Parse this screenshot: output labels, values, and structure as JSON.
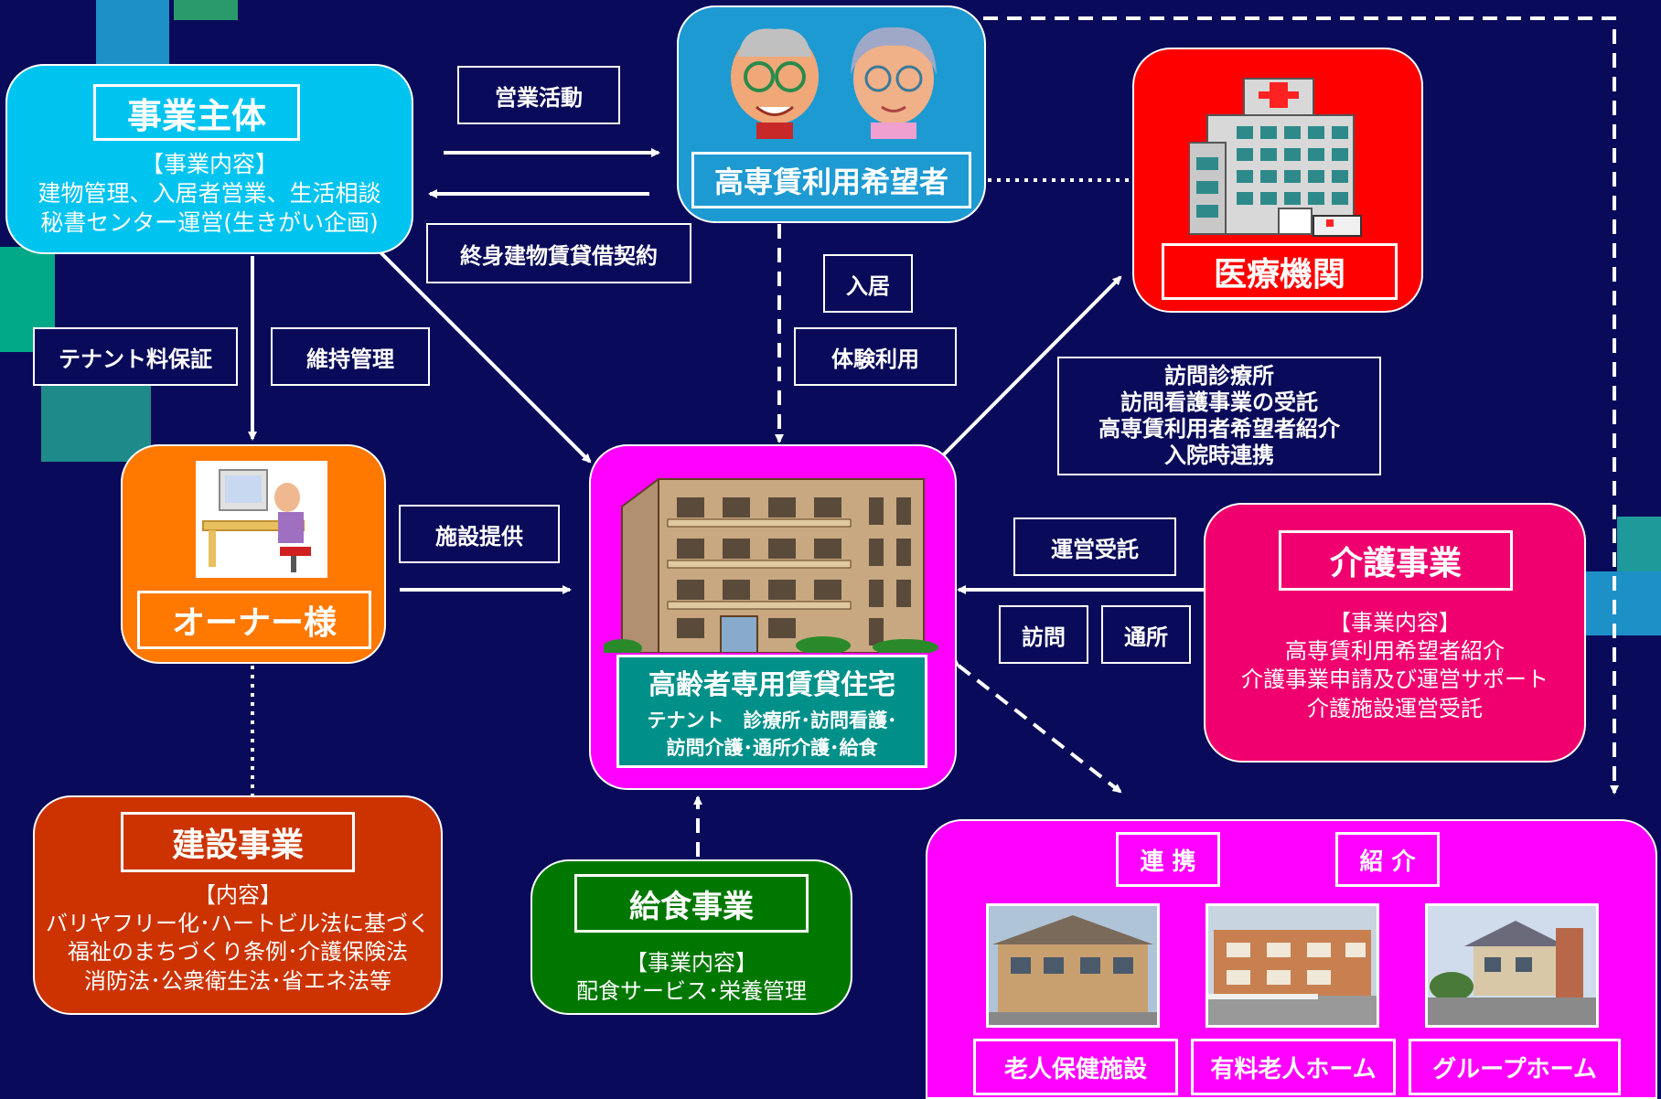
{
  "nodes": {
    "business_entity": {
      "title": "事業主体",
      "lines": [
        "【事業内容】",
        "建物管理、入居者営業、生活相談",
        "秘書センター運営(生きがい企画)"
      ]
    },
    "applicants": {
      "title": "高専賃利用希望者"
    },
    "medical": {
      "title": "医療機関"
    },
    "owner": {
      "title": "オーナー様"
    },
    "housing": {
      "title": "高齢者専用賃貸住宅",
      "lines": [
        "テナント　診療所･訪問看護･",
        "訪問介護･通所介護･給食"
      ]
    },
    "care": {
      "title": "介護事業",
      "lines": [
        "【事業内容】",
        "高専賃利用希望者紹介",
        "介護事業申請及び運営サポート",
        "介護施設運営受託"
      ]
    },
    "construction": {
      "title": "建設事業",
      "lines": [
        "【内容】",
        "バリヤフリー化･ハートビル法に基づく",
        "福祉のまちづくり条例･介護保険法",
        "消防法･公衆衛生法･省エネ法等"
      ]
    },
    "catering": {
      "title": "給食事業",
      "lines": [
        "【事業内容】",
        "配食サービス･栄養管理"
      ]
    },
    "facilities": {
      "tags": [
        "連 携",
        "紹 介"
      ],
      "items": [
        "老人保健施設",
        "有料老人ホーム",
        "グループホーム"
      ]
    }
  },
  "edge_labels": {
    "sales": "営業活動",
    "lease": "終身建物賃貸借契約",
    "move_in": "入居",
    "trial": "体験利用",
    "rent_guarantee": "テナント料保証",
    "maintenance": "維持管理",
    "facility_provision": "施設提供",
    "medical_services": [
      "訪問診療所",
      "訪問看護事業の受託",
      "高専賃利用者希望者紹介",
      "入院時連携"
    ],
    "operation_outsourcing": "運営受託",
    "visit": "訪問",
    "day_service": "通所"
  },
  "colors": {
    "background": "#0a0a5a",
    "business_entity": "#00c4f0",
    "applicants": "#1e9ad2",
    "medical": "#ff0000",
    "owner": "#ff7800",
    "housing": "#ff00ff",
    "housing_label": "#00908a",
    "care": "#f0006e",
    "construction": "#cc3300",
    "catering": "#007800",
    "facilities": "#ff00ff"
  }
}
